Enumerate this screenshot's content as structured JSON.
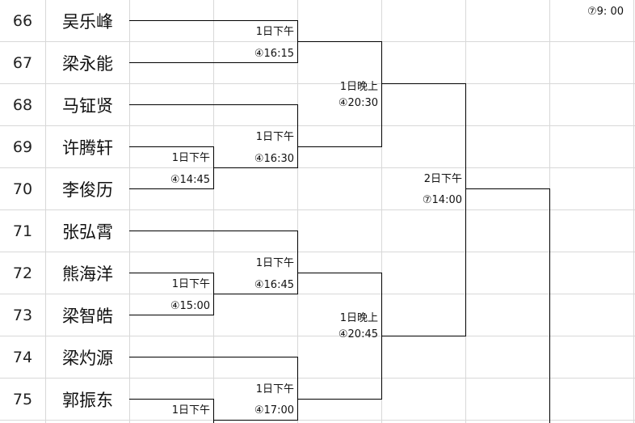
{
  "corner_label": "⑦9: 00",
  "rows": [
    {
      "num": "66",
      "name": "吴乐峰"
    },
    {
      "num": "67",
      "name": "梁永能"
    },
    {
      "num": "68",
      "name": "马钲贤"
    },
    {
      "num": "69",
      "name": "许腾轩"
    },
    {
      "num": "70",
      "name": "李俊历"
    },
    {
      "num": "71",
      "name": "张弘霄"
    },
    {
      "num": "72",
      "name": "熊海洋"
    },
    {
      "num": "73",
      "name": "梁智皓"
    },
    {
      "num": "74",
      "name": "梁灼源"
    },
    {
      "num": "75",
      "name": "郭振东"
    }
  ],
  "matches": {
    "m1": {
      "day": "1日下午",
      "time": "④16:15"
    },
    "m2": {
      "day": "1日下午",
      "time": "④16:30"
    },
    "m3": {
      "day": "1日下午",
      "time": "④14:45"
    },
    "m4": {
      "day": "1日晚上",
      "time": "④20:30"
    },
    "m5": {
      "day": "2日下午",
      "time": "⑦14:00"
    },
    "m6": {
      "day": "1日下午",
      "time": "④16:45"
    },
    "m7": {
      "day": "1日下午",
      "time": "④15:00"
    },
    "m8": {
      "day": "1日晚上",
      "time": "④20:45"
    },
    "m9": {
      "day": "1日下午",
      "time": "④17:00"
    },
    "m10": {
      "day": "1日下午",
      "time": ""
    }
  }
}
